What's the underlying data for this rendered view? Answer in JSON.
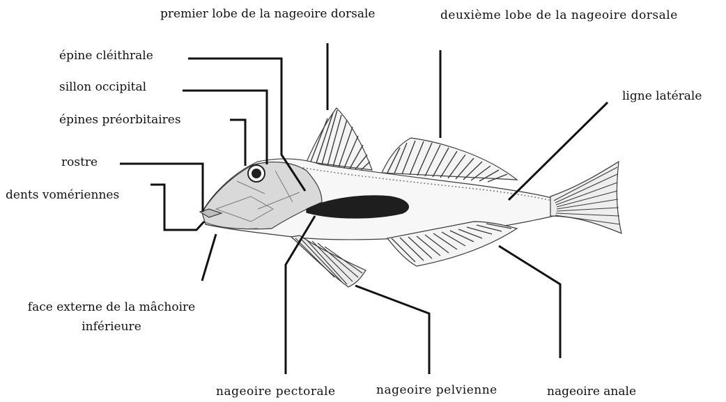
{
  "labels": {
    "premier_lobe": "premier lobe de la nageoire dorsale",
    "deuxieme_lobe": "deuxième lobe de la nageoire dorsale",
    "epine_cleithrale": "épine cléithrale",
    "sillon_occipital": "sillon occipital",
    "epines_preorbitaires": "épines préorbitaires",
    "ligne_laterale": "ligne latérale",
    "rostre": "rostre",
    "dents_vomeriennes": "dents vomériennes",
    "face_externe": "face externe de la mâchoire inférieure",
    "nageoire_pectorale": "nageoire pectorale",
    "nageoire_pelvienne": "nageoire pelvienne",
    "nageoire_anale": "nageoire anale"
  },
  "colors": {
    "outline": "#3a3a3a",
    "leader": "#111111",
    "pectoral": "#1e1e1e",
    "head_shade": "#cfcfcf"
  }
}
